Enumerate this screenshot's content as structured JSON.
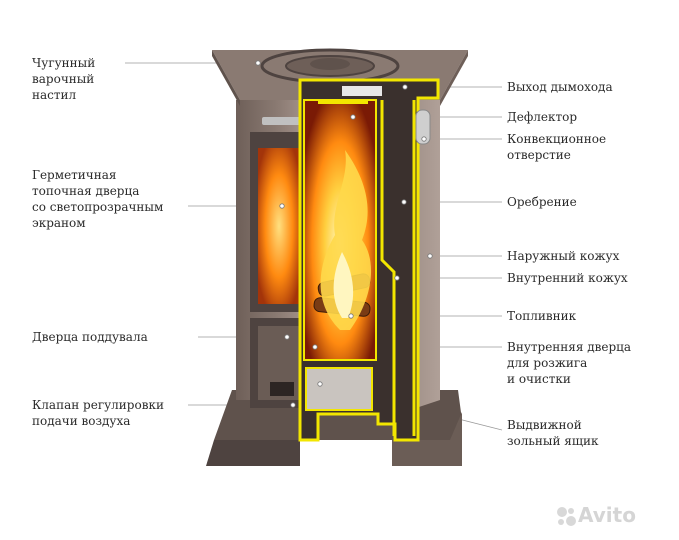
{
  "labels": {
    "cast_iron_top": "Чугунный\nварочный\nнастил",
    "sealed_door": "Герметичная\nтопочная дверца\nсо светопрозрачным\nэкраном",
    "ash_door": "Дверца поддувала",
    "air_valve": "Клапан регулировки\nподачи воздуха",
    "flue_outlet": "Выход дымохода",
    "deflector": "Дефлектор",
    "convection_hole": "Конвекционное\nотверстие",
    "ribbing": "Оребрение",
    "outer_casing": "Наружный кожух",
    "inner_casing": "Внутренний кожух",
    "firebox": "Топливник",
    "inner_door": "Внутренняя дверца\nдля розжига\nи очистки",
    "ash_drawer": "Выдвижной\nзольный ящик"
  },
  "watermark": "Avito",
  "colors": {
    "steel": "#7a6a62",
    "steel_dark": "#4e4340",
    "steel_light": "#9c8c84",
    "cutaway": "#f2e600",
    "fire_core": "#fff3a0",
    "fire_mid": "#ff9a1a",
    "fire_edge": "#c0320a"
  }
}
